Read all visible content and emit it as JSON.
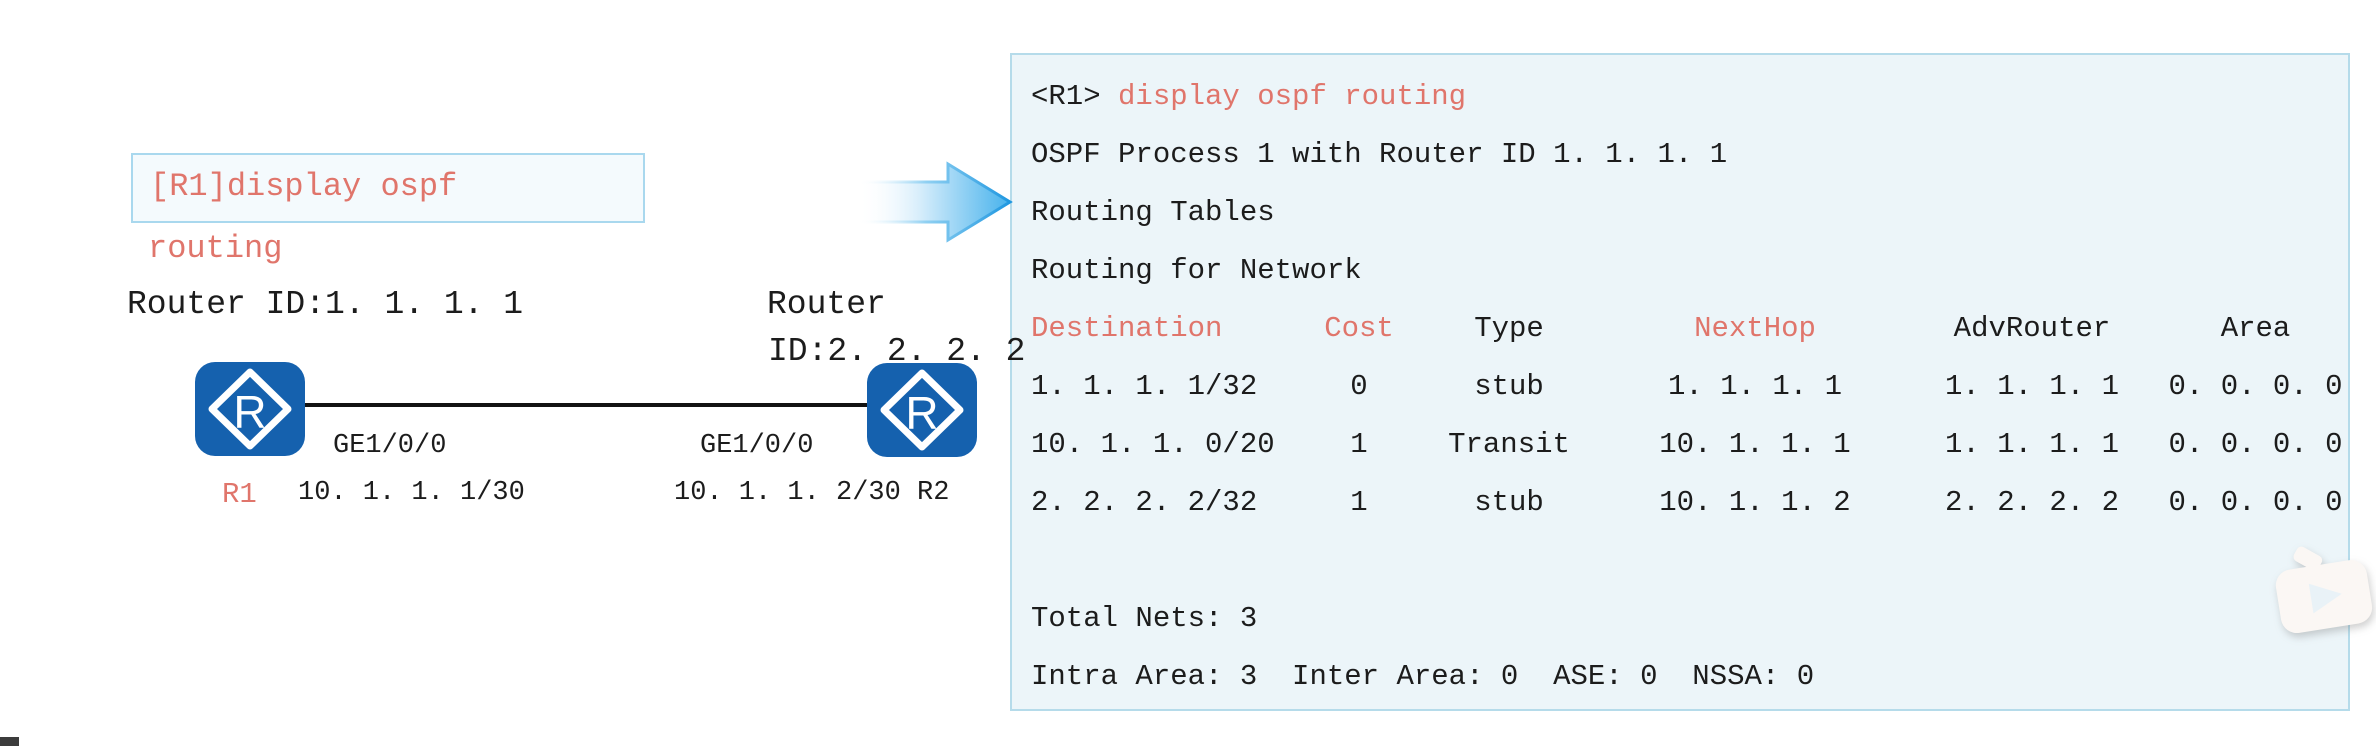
{
  "colors": {
    "accent_salmon": "#e0756b",
    "router_blue": "#1561ae",
    "arrow_blue": "#47b2ec",
    "panel_bg": "#ecf5f9",
    "panel_border": "#b5dbea",
    "command_box_bg": "#f4fafd",
    "command_box_border": "#a9d8ee",
    "link_black": "#121212"
  },
  "diagram": {
    "command_box": {
      "line1": "[R1]display ospf",
      "line2": "routing"
    },
    "r1": {
      "router_id_label": "Router ID:1. 1. 1. 1",
      "name": "R1",
      "interface": "GE1/0/0",
      "ip": "10. 1. 1. 1/30",
      "icon_letter": "R"
    },
    "r2": {
      "router_id_line1": "Router",
      "router_id_line2": "ID:2. 2. 2. 2",
      "interface": "GE1/0/0",
      "ip_and_name": "10. 1. 1. 2/30 R2",
      "icon_letter": "R"
    }
  },
  "console": {
    "prompt": "<R1> ",
    "command": "display ospf routing",
    "lines": [
      "OSPF Process 1 with Router ID 1. 1. 1. 1",
      "Routing Tables",
      "Routing for Network"
    ],
    "table": {
      "columns": [
        "Destination",
        "Cost",
        "Type",
        "NextHop",
        "AdvRouter",
        "Area"
      ],
      "rows": [
        {
          "destination": "1. 1. 1. 1/32",
          "cost": "0",
          "type": "stub",
          "nexthop": "1. 1. 1. 1",
          "advrouter": "1. 1. 1. 1",
          "area": "0. 0. 0. 0"
        },
        {
          "destination": "10. 1. 1. 0/20",
          "cost": "1",
          "type": "Transit",
          "nexthop": "10. 1. 1. 1",
          "advrouter": "1. 1. 1. 1",
          "area": "0. 0. 0. 0"
        },
        {
          "destination": "2. 2. 2. 2/32",
          "cost": "1",
          "type": "stub",
          "nexthop": "10. 1. 1. 2",
          "advrouter": "2. 2. 2. 2",
          "area": "0. 0. 0. 0"
        }
      ]
    },
    "summary": {
      "total_nets": "Total Nets: 3",
      "area_counts": "Intra Area: 3  Inter Area: 0  ASE: 0  NSSA: 0"
    }
  }
}
